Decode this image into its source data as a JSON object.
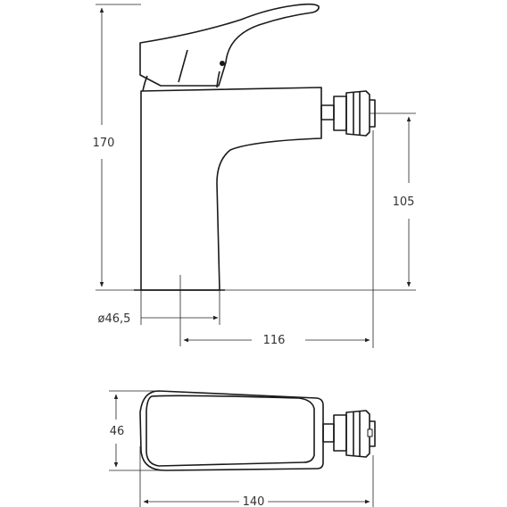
{
  "drawing": {
    "front_view": {
      "dim_height_total": "170",
      "dim_height_outlet": "105",
      "dim_base_diameter": "ø46,5",
      "dim_reach": "116"
    },
    "top_view": {
      "dim_width": "46",
      "dim_length": "140"
    }
  }
}
